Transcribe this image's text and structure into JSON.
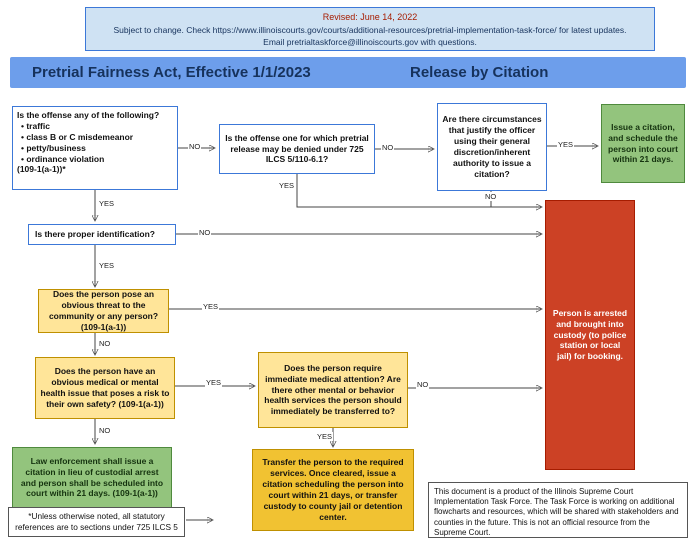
{
  "banner": {
    "revised": "Revised: June 14, 2022",
    "subject": "Subject to change. Check https://www.illinoiscourts.gov/courts/additional-resources/pretrial-implementation-task-force/ for latest updates.",
    "email": "Email pretrialtaskforce@illinoiscourts.gov with questions."
  },
  "title": {
    "left": "Pretrial Fairness Act, Effective 1/1/2023",
    "right": "Release by Citation"
  },
  "colors": {
    "banner_bg": "#cfe2f3",
    "title_bg": "#6d9eeb",
    "box_border_blue": "#3c78d8",
    "yellow_bg": "#ffe599",
    "orange_bg": "#f1c232",
    "green_bg": "#93c47d",
    "red_bg": "#cc4125"
  },
  "nodes": {
    "offense": {
      "question": "Is the offense any of the following?",
      "bullets": [
        "traffic",
        "class B or C misdemeanor",
        "petty/business",
        "ordinance violation"
      ],
      "cite": "(109-1(a-1))*"
    },
    "denial": "Is the offense one for which pretrial release may be denied under  725 ILCS 5/110-6.1?",
    "discretion": "Are there circumstances that justify the officer using their general discretion/inherent authority to issue a citation?",
    "issue_citation": "Issue a citation, and schedule the person into court within 21 days.",
    "identification": "Is there proper identification?",
    "threat": "Does the person pose an obvious threat to the community or any person? (109-1(a-1))",
    "medical_issue": "Does the person have an obvious medical or mental health issue that poses a risk to their own safety? (109-1(a-1))",
    "medical_attention": "Does the person require immediate medical attention? Are there other mental or behavior health services the person should immediately be transferred to?",
    "arrest": "Person is arrested and brought into custody (to police station or local jail) for booking.",
    "citation_in_lieu": "Law enforcement shall issue a citation in lieu of custodial arrest and person shall be scheduled into court within 21 days. (109-1(a-1))",
    "transfer": "Transfer the person to the required services. Once cleared, issue a citation scheduling the person into court within 21 days, or transfer custody to county jail or detention center.",
    "footnote": "*Unless otherwise noted, all statutory references are to sections under 725 ILCS 5",
    "disclaimer": "This document is a product of the Illinois Supreme Court Implementation Task Force. The Task Force is working on additional flowcharts and resources, which will be shared with stakeholders and counties in the future. This is not an official resource from the Supreme Court."
  },
  "edges": {
    "offense_no": "NO",
    "denial_no": "NO",
    "discretion_yes": "YES",
    "denial_yes": "YES",
    "discretion_no": "NO",
    "offense_yes": "YES",
    "id_no": "NO",
    "id_yes": "YES",
    "threat_yes": "YES",
    "threat_no": "NO",
    "medical_yes": "YES",
    "medical_no": "NO",
    "attention_no": "NO",
    "attention_yes": "YES"
  }
}
